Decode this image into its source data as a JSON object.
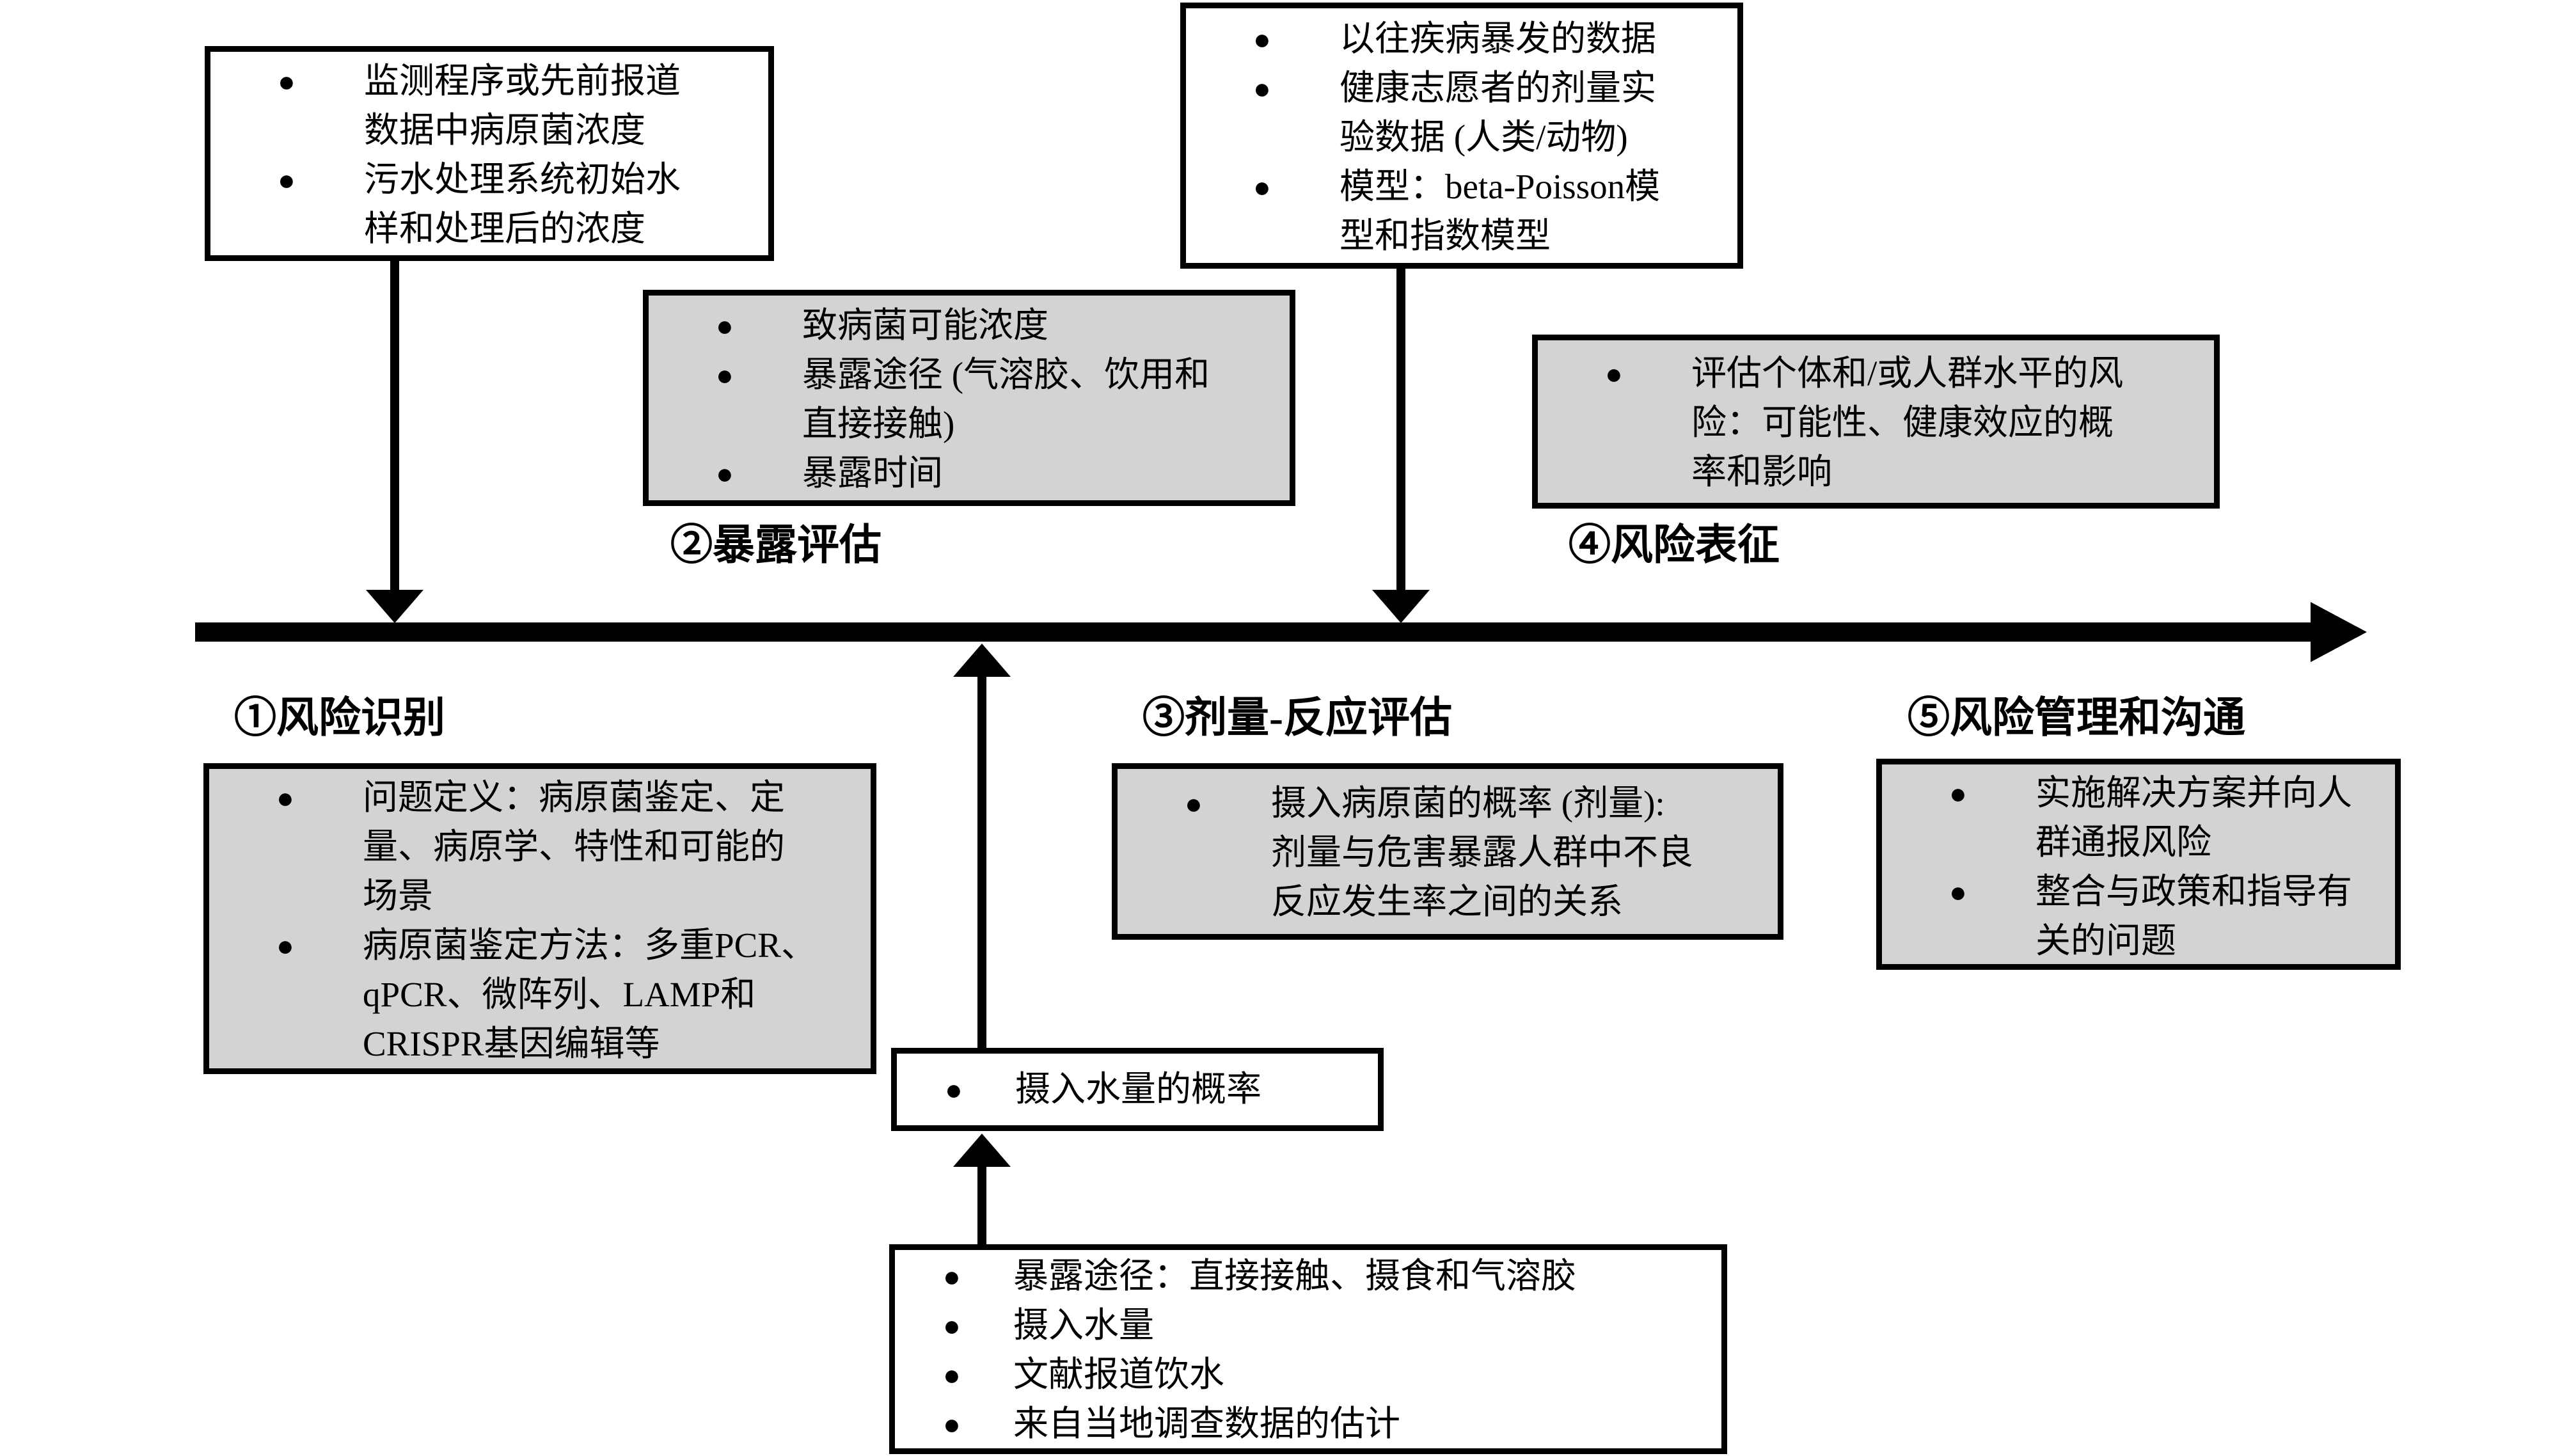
{
  "colors": {
    "background": "#ffffff",
    "box_gray_fill": "#d3d3d3",
    "box_white_fill": "#ffffff",
    "stroke": "#000000"
  },
  "stages": {
    "s1": {
      "label": "①风险识别"
    },
    "s2": {
      "label": "②暴露评估"
    },
    "s3": {
      "label": "③剂量-反应评估"
    },
    "s4": {
      "label": "④风险表征"
    },
    "s5": {
      "label": "⑤风险管理和沟通"
    }
  },
  "boxes": {
    "surveillance": {
      "items": [
        {
          "lines": [
            "监测程序或先前报道",
            "数据中病原菌浓度"
          ]
        },
        {
          "lines": [
            "污水处理系统初始水",
            "样和处理后的浓度"
          ]
        }
      ]
    },
    "dose_data": {
      "items": [
        {
          "lines": [
            "以往疾病暴发的数据"
          ]
        },
        {
          "lines": [
            "健康志愿者的剂量实",
            "验数据 (人类/动物)"
          ]
        },
        {
          "lines": [
            "模型：beta-Poisson模",
            "型和指数模型"
          ]
        }
      ]
    },
    "exposure": {
      "items": [
        {
          "lines": [
            "致病菌可能浓度"
          ]
        },
        {
          "lines": [
            "暴露途径 (气溶胶、饮用和",
            "直接接触)"
          ]
        },
        {
          "lines": [
            "暴露时间"
          ]
        }
      ]
    },
    "risk_char": {
      "items": [
        {
          "lines": [
            "评估个体和/或人群水平的风",
            "险：可能性、健康效应的概",
            "率和影响"
          ]
        }
      ]
    },
    "risk_id": {
      "items": [
        {
          "lines": [
            "问题定义：病原菌鉴定、定",
            "量、病原学、特性和可能的",
            "场景"
          ]
        },
        {
          "lines": [
            "病原菌鉴定方法：多重PCR、",
            "qPCR、微阵列、LAMP和",
            "CRISPR基因编辑等"
          ]
        }
      ]
    },
    "dose_response": {
      "items": [
        {
          "lines": [
            "摄入病原菌的概率 (剂量):",
            "剂量与危害暴露人群中不良",
            "反应发生率之间的关系"
          ]
        }
      ]
    },
    "risk_mgmt": {
      "items": [
        {
          "lines": [
            "实施解决方案并向人",
            "群通报风险"
          ]
        },
        {
          "lines": [
            "整合与政策和指导有",
            "关的问题"
          ]
        }
      ]
    },
    "water_intake": {
      "items": [
        {
          "lines": [
            "摄入水量的概率"
          ]
        }
      ]
    },
    "exposure_detail": {
      "items": [
        {
          "lines": [
            "暴露途径：直接接触、摄食和气溶胶"
          ]
        },
        {
          "lines": [
            "摄入水量"
          ]
        },
        {
          "lines": [
            "文献报道饮水"
          ]
        },
        {
          "lines": [
            "来自当地调查数据的估计"
          ]
        }
      ]
    }
  }
}
